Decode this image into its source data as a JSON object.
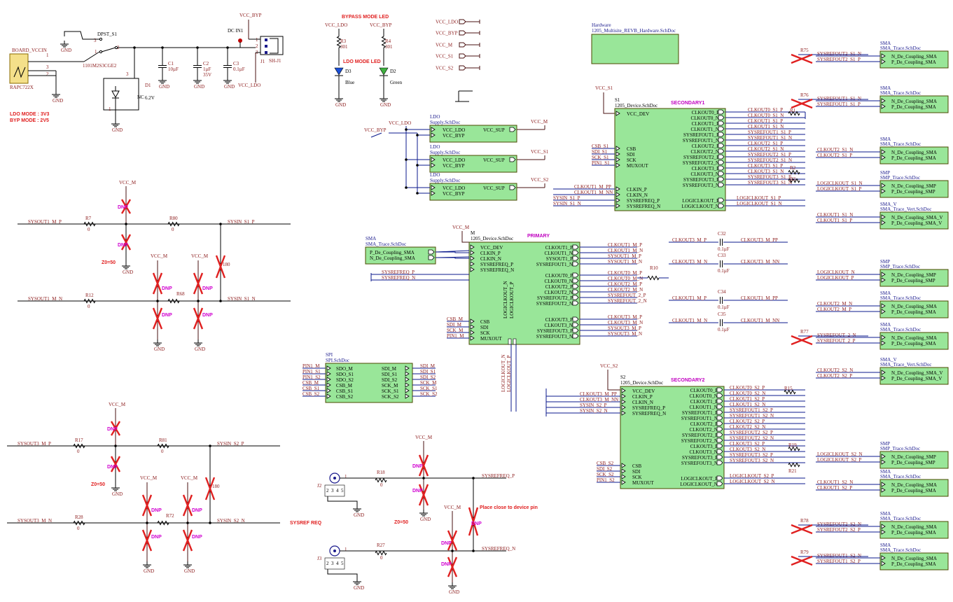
{
  "power": {
    "board_vccin": "BOARD_VCCIN",
    "jack": "RAPC722X",
    "switch": "DPST_S1",
    "switch_part": "1101M2S3CGE2",
    "dc_in": "DC IN1",
    "vcc_byp": "VCC_BYP",
    "vcc_ldo": "VCC_LDO",
    "j1": "J1",
    "j1_part": "SH-J1",
    "c1": "C1",
    "c1_val": "10µF",
    "c2": "C2",
    "c2_val": "1µF",
    "c2_v": "35V",
    "c3": "C3",
    "c3_val": "0.1µF",
    "d1": "D1",
    "d1_val": "6.2V",
    "nc": "NC",
    "gnd": "GND",
    "note1": "LDO MODE : 3V3",
    "note2": "BYP MODE : 2V5"
  },
  "leds": {
    "bypass_title": "BYPASS MODE LED",
    "ldo_title": "LDO MODE LED",
    "r3": "R3",
    "r3_val": "301",
    "r4": "R4",
    "r4_val": "301",
    "d3": "D3",
    "d3_color": "Blue",
    "d2": "D2",
    "d2_color": "Green"
  },
  "ports": [
    "VCC_LDO",
    "VCC_BYP",
    "VCC_M",
    "VCC_S1",
    "VCC_S2"
  ],
  "hardware": {
    "label": "Hardware",
    "file": "1205_Multisite_REVB_Hardware.SchDoc"
  },
  "ldo_blocks": [
    {
      "title": "LDO",
      "file": "Supply.SchDoc",
      "out": "VCC_M"
    },
    {
      "title": "LDO",
      "file": "Supply.SchDoc",
      "out": "VCC_S1"
    },
    {
      "title": "LDO",
      "file": "Supply.SchDoc",
      "out": "VCC_S2"
    }
  ],
  "ldo_pins": {
    "in1": "VCC_LDO",
    "in2": "VCC_BYP",
    "out": "VCC_SUP"
  },
  "primary": {
    "title": "PRIMARY",
    "ref": "M",
    "file": "1205_Device.SchDoc",
    "supply": "VCC_M",
    "left_pins": [
      "VCC_DEV",
      "CLKIN_P",
      "CLKIN_N",
      "SYSREFREQ_P",
      "SYSREFREQ_N"
    ],
    "left_pins2": [
      "CSB",
      "SDI",
      "SCK",
      "MUXOUT"
    ],
    "right_pins": [
      "CLKOUT1_P",
      "CLKOUT1_N",
      "SYSOUT1_P",
      "SYSREFOUT1_N",
      "CLKOUT0_P",
      "CLKOUT0_N",
      "CLKOUT2_P",
      "CLKOUT2_N",
      "SYSREFOUT2_P",
      "SYSREFOUT2_N",
      "CLKOUT3_P",
      "CLKOUT3_N",
      "SYSREFOUT3_P",
      "SYSREFOUT3_N"
    ],
    "right_nets": [
      "CLKOUT1_M_P",
      "CLKOUT1_M_N",
      "SYSOUT1_M_P",
      "SYSOUT1_M_N",
      "CLKOUT0_M_P",
      "CLKOUT0_M_N",
      "CLKOUT2_M_P",
      "CLKOUT2_M_N",
      "SYSREFOUT_2_P",
      "SYSREFOUT_2_N",
      "CLKOUT3_M_P",
      "CLKOUT3_M_N",
      "SYSOUT3_M_P",
      "SYSOUT3_M_N"
    ],
    "bottom_pins": [
      "LOGICLKOUT_N",
      "LOGICLKOUT_P"
    ],
    "left_nets": [
      "CSB_M",
      "SDI_M",
      "SCK_M",
      "PIN1_M"
    ],
    "sysref_nets": [
      "SYSREFREQ_P",
      "SYSREFREQ_N"
    ],
    "r10": "R10"
  },
  "sec1": {
    "title": "SECONDARY1",
    "ref": "S1",
    "file": "1205_Device.SchDoc",
    "supply": "VCC_S1",
    "left_top": [
      "VCC_DEV"
    ],
    "left_mid": [
      "CSB",
      "SDI",
      "SCK",
      "MUXOUT"
    ],
    "left_nets_mid": [
      "CSB_S1",
      "SDI_S1",
      "SCK_S1",
      "PIN1_S1"
    ],
    "left_bot": [
      "CLKIN_P",
      "CLKIN_N",
      "SYSREFREQ_P",
      "SYSREFREQ_N"
    ],
    "left_nets_bot": [
      "CLKOUT1_M_PP",
      "CLKOUT1_M_NN",
      "SYSIN_S1_P",
      "SYSIN_S1_N"
    ],
    "right_pins": [
      "CLKOUT0_P",
      "CLKOUT0_N",
      "CLKOUT1_P",
      "CLKOUT1_N",
      "SYSREFOUT1_P",
      "SYSREFOUT1_N",
      "CLKOUT2_P",
      "CLKOUT2_N",
      "SYSREFOUT2_P",
      "SYSREFOUT2_N",
      "CLKOUT3_P",
      "CLKOUT3_N",
      "SYSREFOUT3_P",
      "SYSREFOUT3_N",
      "LOGICLKOUT_P",
      "LOGICLKOUT_N"
    ],
    "right_nets": [
      "CLKOUT0_S1_P",
      "CLKOUT0_S1_N",
      "CLKOUT1_S1_P",
      "CLKOUT1_S1_N",
      "SYSREFOUT1_S1_P",
      "SYSREFOUT1_S1_N",
      "CLKOUT2_S1_P",
      "CLKOUT2_S1_N",
      "SYSREFOUT2_S1_P",
      "SYSREFOUT2_S1_N",
      "CLKOUT3_S1_P",
      "CLKOUT3_S1_N",
      "SYSREFOUT3_S1_P",
      "SYSREFOUT3_S1_N",
      "LOGICLKOUT_S1_P",
      "LOGICLKOUT_S1_N"
    ],
    "r1": "R1",
    "r2": "R2",
    "r3": "R3"
  },
  "sec2": {
    "title": "SECONDARY2",
    "ref": "S2",
    "file": "1205_Device.SchDoc",
    "supply": "VCC_S2",
    "left_top": [
      "VCC_DEV",
      "CLKIN_P",
      "CLKIN_N",
      "SYSREFREQ_P",
      "SYSREFREQ_N"
    ],
    "left_nets_top": [
      "CLKOUT3_M_PP",
      "CLKOUT3_M_NN",
      "SYSIN_S2_P",
      "SYSIN_S2_N"
    ],
    "left_mid": [
      "CSB",
      "SDI",
      "SCK",
      "MUXOUT"
    ],
    "left_nets_mid": [
      "CSB_S2",
      "SDI_S2",
      "SCK_S2",
      "PIN1_S2"
    ],
    "right_pins": [
      "CLKOUT0_P",
      "CLKOUT0_N",
      "CLKOUT1_P",
      "CLKOUT1_N",
      "SYSREFOUT1_P",
      "SYSREFOUT1_N",
      "CLKOUT2_P",
      "CLKOUT2_N",
      "SYSREFOUT2_P",
      "SYSREFOUT2_N",
      "CLKOUT3_P",
      "CLKOUT3_N",
      "SYSREFOUT3_P",
      "SYSREFOUT3_N",
      "LOGICLKOUT_P",
      "LOGICLKOUT_N"
    ],
    "right_nets": [
      "CLKOUT0_S2_P",
      "CLKOUT0_S2_N",
      "CLKOUT1_S2_P",
      "CLKOUT1_S2_N",
      "SYSREFOUT1_S2_P",
      "SYSREFOUT1_S2_N",
      "CLKOUT2_S2_P",
      "CLKOUT2_S2_N",
      "SYSREFOUT2_S2_P",
      "SYSREFOUT2_S2_N",
      "CLKOUT3_S2_P",
      "CLKOUT3_S2_N",
      "SYSREFOUT3_S2_P",
      "SYSREFOUT3_S2_N",
      "LOGICLKOUT_S2_P",
      "LOGICLKOUT_S2_N"
    ],
    "r15": "R15",
    "r19": "R19",
    "r21": "R21"
  },
  "spi": {
    "title": "SPI",
    "file": "SPI.SchDoc",
    "left_pins": [
      "SDO_M",
      "SDO_S1",
      "SDO_S2",
      "CSB_M",
      "CSB_S1",
      "CSB_S2"
    ],
    "left_nets": [
      "PIN1_M",
      "PIN1_S1",
      "PIN1_S2",
      "CSB_M",
      "CSB_S1",
      "CSB_S2"
    ],
    "right_pins": [
      "SDI_M",
      "SDI_S1",
      "SDI_S2",
      "SCK_M",
      "SCK_S1",
      "SCK_S2"
    ],
    "right_nets": [
      "SDI_M",
      "SDI_S1",
      "SDI_S2",
      "SCK_M",
      "SCK_S1",
      "SCK_S2"
    ]
  },
  "sma_in": {
    "title": "SMA",
    "file": "SMA_Trace.SchDoc",
    "pins": [
      "P_De_Coupling_SMA",
      "N_De_Coupling_SMA"
    ]
  },
  "caps": [
    {
      "ref": "C32",
      "val": "0.1µF",
      "in": "CLKOUT3_M_P",
      "out": "CLKOUT3_M_PP"
    },
    {
      "ref": "C33",
      "val": "0.1µF",
      "in": "CLKOUT3_M_N",
      "out": "CLKOUT3_M_NN"
    },
    {
      "ref": "C34",
      "val": "0.1µF",
      "in": "CLKOUT1_M_P",
      "out": "CLKOUT1_M_PP"
    },
    {
      "ref": "C35",
      "val": "0.1µF",
      "in": "CLKOUT1_M_N",
      "out": "CLKOUT1_M_NN"
    }
  ],
  "right_blocks": [
    {
      "t": "SMA",
      "f": "SMA_Trace.SchDoc",
      "p": [
        "N_De_Coupling_SMA",
        "P_De_Coupling_SMA"
      ],
      "n": [
        "SYSREFOUT2_S1_N",
        "SYSREFOUT2_S1_P"
      ],
      "r": "R75"
    },
    {
      "t": "SMA",
      "f": "SMA_Trace.SchDoc",
      "p": [
        "N_De_Coupling_SMA",
        "P_De_Coupling_SMA"
      ],
      "n": [
        "SYSREFOUT1_S1_N",
        "SYSREFOUT1_S1_P"
      ],
      "r": "R76"
    },
    {
      "t": "SMA",
      "f": "SMA_Trace.SchDoc",
      "p": [
        "N_De_Coupling_SMA",
        "P_De_Coupling_SMA"
      ],
      "n": [
        "CLKOUT2_S1_N",
        "CLKOUT2_S1_P"
      ],
      "r": ""
    },
    {
      "t": "SMP",
      "f": "SMP_Trace.SchDoc",
      "p": [
        "N_De_Coupling_SMP",
        "P_De_Coupling_SMP"
      ],
      "n": [
        "LOGICLKOUT_S1_N",
        "LOGICLKOUT_S1_P"
      ],
      "r": ""
    },
    {
      "t": "SMA_V",
      "f": "SMA_Trace_Vert.SchDoc",
      "p": [
        "N_De_Coupling_SMA_V",
        "P_De_Coupling_SMA_V"
      ],
      "n": [
        "CLKOUT1_S1_N",
        "CLKOUT1_S1_P"
      ],
      "r": ""
    },
    {
      "t": "SMP",
      "f": "SMP_Trace.SchDoc",
      "p": [
        "N_De_Coupling_SMP",
        "P_De_Coupling_SMP"
      ],
      "n": [
        "LOGICLKOUT_N",
        "LOGICLKOUT_P"
      ],
      "r": ""
    },
    {
      "t": "SMA",
      "f": "SMA_Trace.SchDoc",
      "p": [
        "N_De_Coupling_SMA",
        "P_De_Coupling_SMA"
      ],
      "n": [
        "CLKOUT2_M_N",
        "CLKOUT2_M_P"
      ],
      "r": ""
    },
    {
      "t": "SMA",
      "f": "SMA_Trace.SchDoc",
      "p": [
        "N_De_Coupling_SMA",
        "P_De_Coupling_SMA"
      ],
      "n": [
        "SYSREFOUT_2_N",
        "SYSREFOUT_2_P"
      ],
      "r": "R77"
    },
    {
      "t": "SMA_V",
      "f": "SMA_Trace_Vert.SchDoc",
      "p": [
        "N_De_Coupling_SMA_V",
        "P_De_Coupling_SMA_V"
      ],
      "n": [
        "CLKOUT2_S2_N",
        "CLKOUT2_S2_P"
      ],
      "r": ""
    },
    {
      "t": "SMP",
      "f": "SMP_Trace.SchDoc",
      "p": [
        "N_De_Coupling_SMP",
        "P_De_Coupling_SMP"
      ],
      "n": [
        "LOGICLKOUT_S2_N",
        "LOGICLKOUT_S2_P"
      ],
      "r": ""
    },
    {
      "t": "SMA",
      "f": "SMA_Trace.SchDoc",
      "p": [
        "N_De_Coupling_SMA",
        "P_De_Coupling_SMA"
      ],
      "n": [
        "CLKOUT1_S2_N",
        "CLKOUT1_S2_P"
      ],
      "r": ""
    },
    {
      "t": "SMA",
      "f": "SMA_Trace.SchDoc",
      "p": [
        "N_De_Coupling_SMA",
        "P_De_Coupling_SMA"
      ],
      "n": [
        "SYSREFOUT2_S2_N",
        "SYSREFOUT2_S2_P"
      ],
      "r": "R78"
    },
    {
      "t": "SMA",
      "f": "SMA_Trace.SchDoc",
      "p": [
        "N_De_Coupling_SMA",
        "P_De_Coupling_SMA"
      ],
      "n": [
        "SYSREFOUT1_S2_N",
        "SYSREFOUT1_S2_P"
      ],
      "r": "R79"
    }
  ],
  "sysin1": {
    "vcc": "VCC_M",
    "z0": "Z0=50",
    "dnp": "DNP",
    "nets": [
      "SYSOUT1_M_P",
      "SYSIN_S1_P",
      "SYSOUT1_M_N",
      "SYSIN_S1_N"
    ],
    "r": [
      "R7",
      "R80",
      "R12",
      "R68"
    ],
    "rv": "0",
    "r180": "180"
  },
  "sysin2": {
    "vcc": "VCC_M",
    "z0": "Z0=50",
    "nets": [
      "SYSOUT3_M_P",
      "SYSIN_S2_P",
      "SYSOUT3_M_N",
      "SYSIN_S2_N"
    ],
    "r": [
      "R17",
      "R81",
      "R28",
      "R72"
    ]
  },
  "sysref": {
    "title": "SYSREF REQ",
    "j2": "J2",
    "j3": "J3",
    "r18": "R18",
    "r27": "R27",
    "nets": [
      "SYSREFREQ_P",
      "SYSREFREQ_N"
    ],
    "vcc": "VCC_M",
    "z0": "Z0=50",
    "note": "Place close to device pin"
  }
}
